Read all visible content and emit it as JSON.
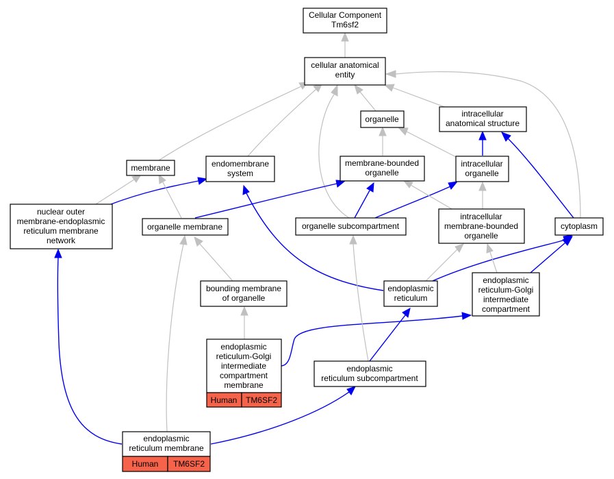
{
  "colors": {
    "is_a_edge": "#c0c0c0",
    "part_of_edge": "#0000ee",
    "annotation_fill": "#f4634a"
  },
  "nodes": {
    "root": {
      "lines": [
        "Cellular Component",
        "Tm6sf2"
      ]
    },
    "cae": {
      "lines": [
        "cellular anatomical",
        "entity"
      ]
    },
    "organelle": {
      "lines": [
        "organelle"
      ]
    },
    "ias": {
      "lines": [
        "intracellular",
        "anatomical structure"
      ]
    },
    "membrane": {
      "lines": [
        "membrane"
      ]
    },
    "endomembrane": {
      "lines": [
        "endomembrane",
        "system"
      ]
    },
    "mbo": {
      "lines": [
        "membrane-bounded",
        "organelle"
      ]
    },
    "io": {
      "lines": [
        "intracellular",
        "organelle"
      ]
    },
    "nomerm": {
      "lines": [
        "nuclear outer",
        "membrane-endoplasmic",
        "reticulum membrane",
        "network"
      ]
    },
    "om": {
      "lines": [
        "organelle membrane"
      ]
    },
    "osub": {
      "lines": [
        "organelle subcompartment"
      ]
    },
    "imbo": {
      "lines": [
        "intracellular",
        "membrane-bounded",
        "organelle"
      ]
    },
    "cyto": {
      "lines": [
        "cytoplasm"
      ]
    },
    "bmo": {
      "lines": [
        "bounding membrane",
        "of organelle"
      ]
    },
    "er": {
      "lines": [
        "endoplasmic",
        "reticulum"
      ]
    },
    "ergic": {
      "lines": [
        "endoplasmic",
        "reticulum-Golgi",
        "intermediate",
        "compartment"
      ]
    },
    "ergicm": {
      "lines": [
        "endoplasmic",
        "reticulum-Golgi",
        "intermediate",
        "compartment",
        "membrane"
      ],
      "annotation": {
        "species": "Human",
        "gene": "TM6SF2"
      }
    },
    "ersub": {
      "lines": [
        "endoplasmic",
        "reticulum subcompartment"
      ]
    },
    "erm": {
      "lines": [
        "endoplasmic",
        "reticulum membrane"
      ],
      "annotation": {
        "species": "Human",
        "gene": "TM6SF2"
      }
    }
  }
}
